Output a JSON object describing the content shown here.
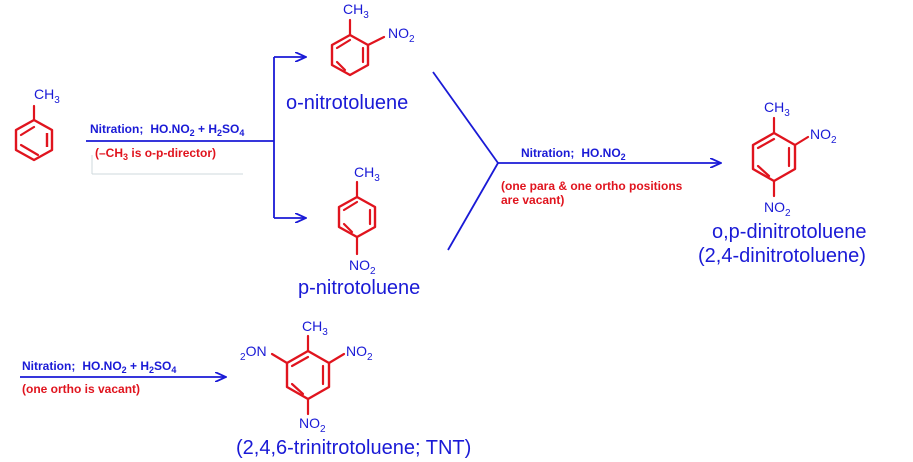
{
  "groups": {
    "ch3": "CH",
    "ch3_sub": "3",
    "no2": "NO",
    "no2_sub": "2",
    "o2n_prefix": "2",
    "o2n": "ON"
  },
  "reaction1": {
    "cond_a": "Nitration;",
    "cond_b": "HO.NO",
    "cond_b_sub": "2",
    "cond_c": " + H",
    "cond_c_sub": "2",
    "cond_d": "SO",
    "cond_d_sub": "4",
    "note_a": "(–CH",
    "note_sub": "3",
    "note_b": " is o-p-director)"
  },
  "reaction2": {
    "cond_a": "Nitration;",
    "cond_b": "HO.NO",
    "cond_b_sub": "2",
    "note_line1": "(one para & one ortho positions",
    "note_line2": "are vacant)"
  },
  "reaction3": {
    "cond_a": "Nitration;",
    "cond_b": "HO.NO",
    "cond_b_sub": "2",
    "cond_c": " + H",
    "cond_c_sub": "2",
    "cond_d": "SO",
    "cond_d_sub": "4",
    "note": "(one ortho is vacant)"
  },
  "products": {
    "ortho": "o-nitrotoluene",
    "para": "p-nitrotoluene",
    "dinitro_line1": "o,p-dinitrotoluene",
    "dinitro_line2": "(2,4-dinitrotoluene)",
    "tnt": "(2,4,6-trinitrotoluene; TNT)"
  },
  "colors": {
    "ring": "#e0141e",
    "arrow": "#1a1ad6",
    "label": "#1a1ad6",
    "note": "#e0141e"
  }
}
